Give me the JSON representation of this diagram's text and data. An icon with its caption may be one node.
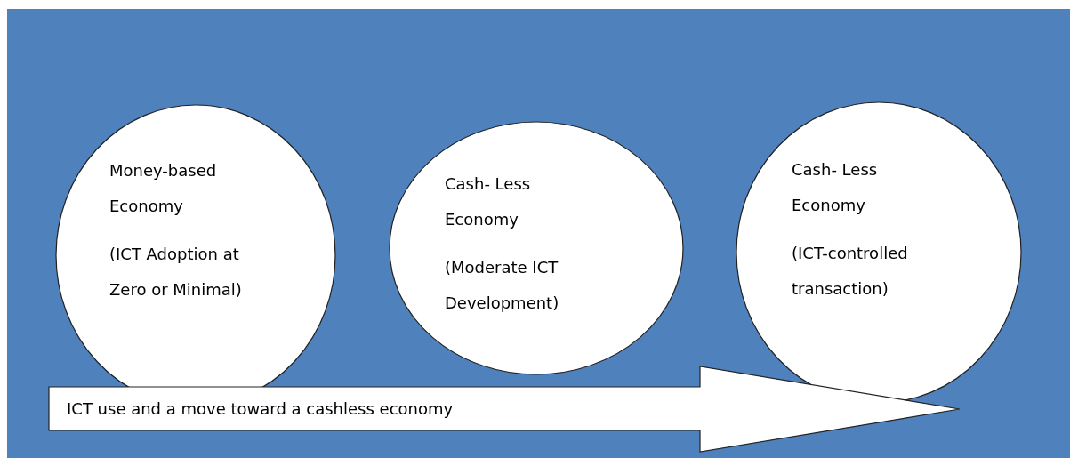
{
  "diagram": {
    "nodes": [
      {
        "text": [
          "Money-based Economy",
          "(ICT Adoption at Zero or Minimal)"
        ]
      },
      {
        "text": [
          "Cash- Less Economy",
          "(Moderate ICT Development)"
        ]
      },
      {
        "text": [
          "Cash- Less Economy",
          "(ICT-controlled transaction)"
        ]
      },
      {
        "text": [
          "ICT use and a move toward a cashless economy"
        ]
      }
    ]
  }
}
